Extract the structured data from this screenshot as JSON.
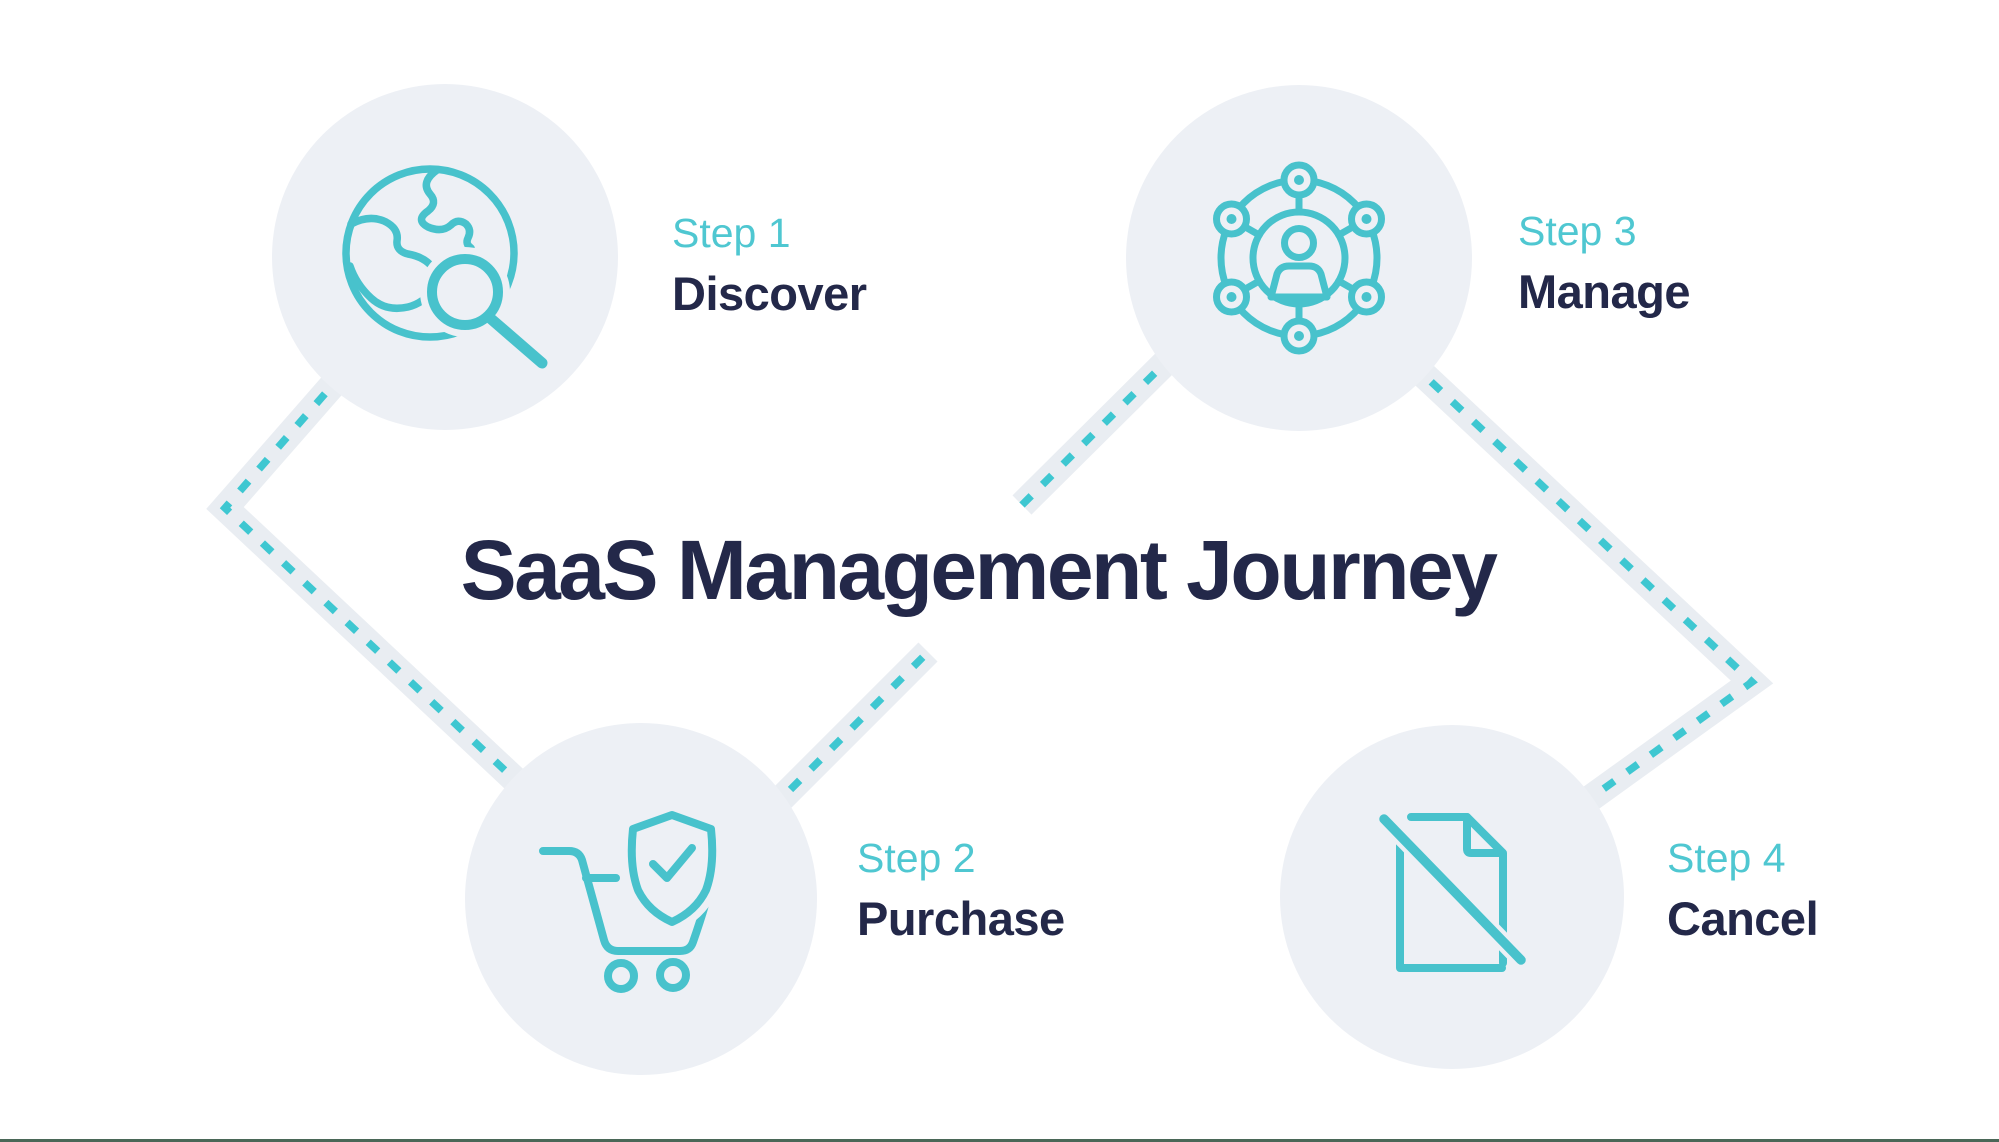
{
  "title": "SaaS Management Journey",
  "steps": [
    {
      "label": "Step 1",
      "name": "Discover",
      "icon": "globe-magnifier-icon"
    },
    {
      "label": "Step 2",
      "name": "Purchase",
      "icon": "cart-shield-check-icon"
    },
    {
      "label": "Step 3",
      "name": "Manage",
      "icon": "user-network-icon"
    },
    {
      "label": "Step 4",
      "name": "Cancel",
      "icon": "document-slash-icon"
    }
  ],
  "colors": {
    "teal": "#48c2cc",
    "dash": "#3ec7d1",
    "step_label": "#4fc7d1",
    "navy": "#232849",
    "circle_fill": "#edf0f5",
    "band": "#e9edf2",
    "bottom_line": "#4a6757",
    "bg": "#ffffff"
  }
}
